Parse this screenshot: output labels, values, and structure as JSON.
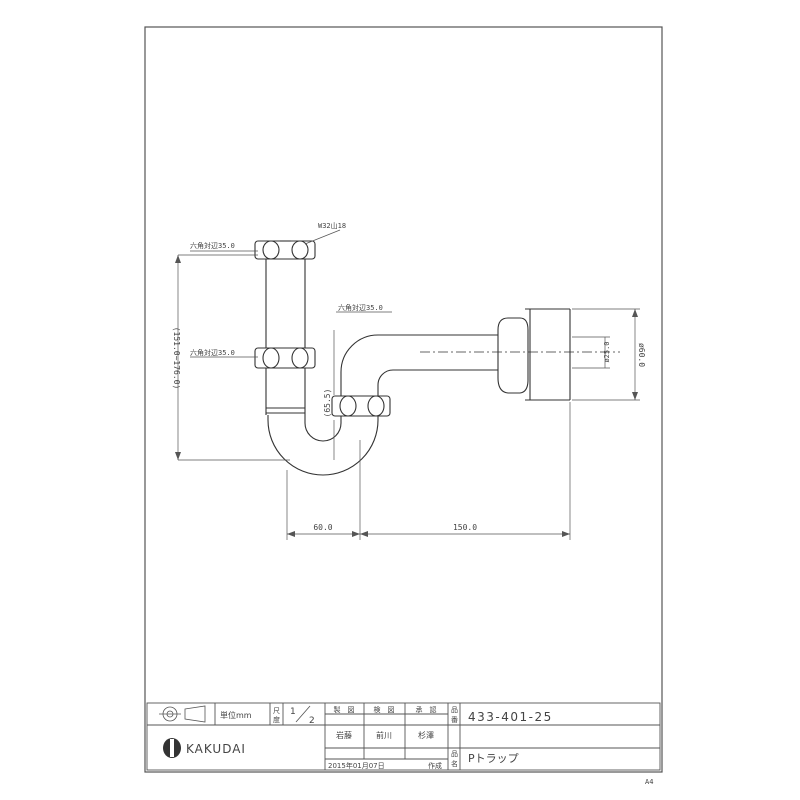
{
  "drawing": {
    "dims": {
      "v_height": "(151.0~176.0)",
      "v_offset": "(65.5)",
      "h_left": "60.0",
      "h_right": "150.0",
      "wall_dia": "ø60.0",
      "inner_dia": "ø25.0",
      "thread": "W32山18",
      "nut_top": "六角対辺35.0",
      "nut_mid": "六角対辺35.0",
      "nut_right": "六角対辺35.0"
    }
  },
  "title_block": {
    "unit_label": "単位mm",
    "scale_label_1": "尺",
    "scale_label_2": "度",
    "scale_num": "1",
    "scale_den": "2",
    "col_draw": "製　図",
    "col_check": "検　図",
    "col_approve": "承　認",
    "name_draw": "岩藤",
    "name_check": "前川",
    "name_approve": "杉澤",
    "date": "2015年01月07日",
    "created": "作成",
    "part_label_1": "品",
    "part_label_2": "番",
    "part_number": "433-401-25",
    "name_label_1": "品",
    "name_label_2": "名",
    "product_name": "Pトラップ",
    "brand": "KAKUDAI",
    "paper_size": "A4"
  }
}
